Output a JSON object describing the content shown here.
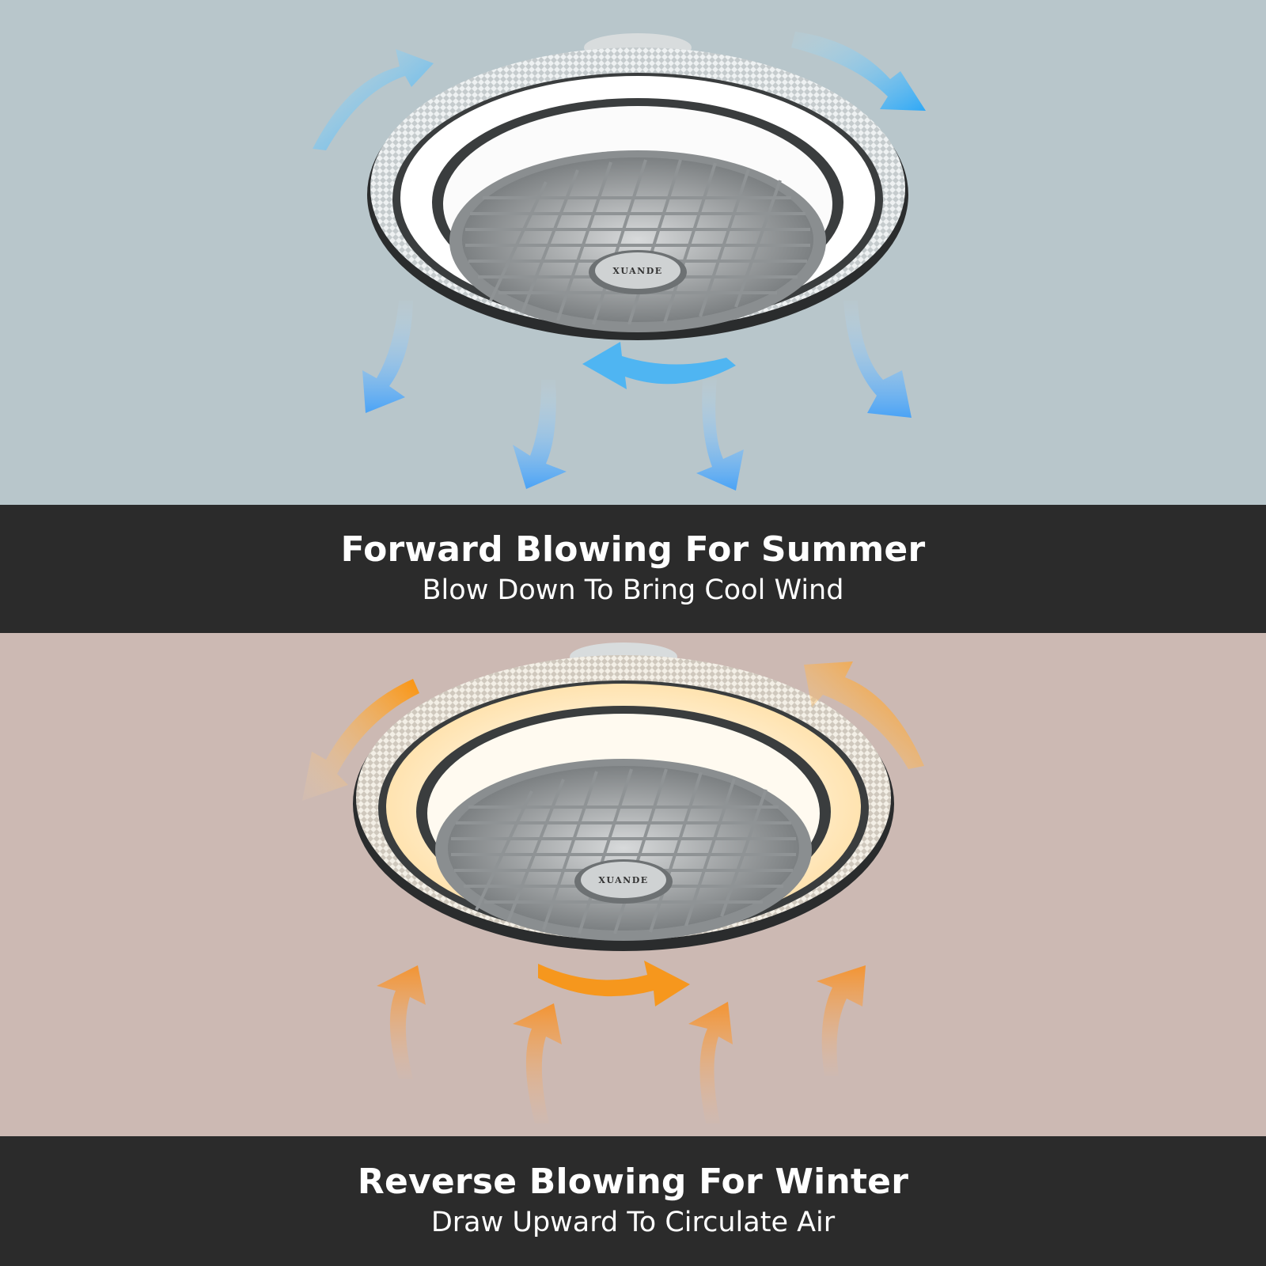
{
  "colors": {
    "summer_background": "#b8c6cb",
    "winter_background": "#ccb9b3",
    "band_background": "#2b2b2b",
    "cool_arrow": "#38aaf5",
    "warm_arrow": "#fb930c"
  },
  "summer": {
    "title": "Forward Blowing For Summer",
    "subtitle": "Blow Down To Bring Cool Wind",
    "fan_brand": "XUANDE"
  },
  "winter": {
    "title": "Reverse Blowing For Winter",
    "subtitle": "Draw Upward To Circulate Air",
    "fan_brand": "XUANDE"
  }
}
